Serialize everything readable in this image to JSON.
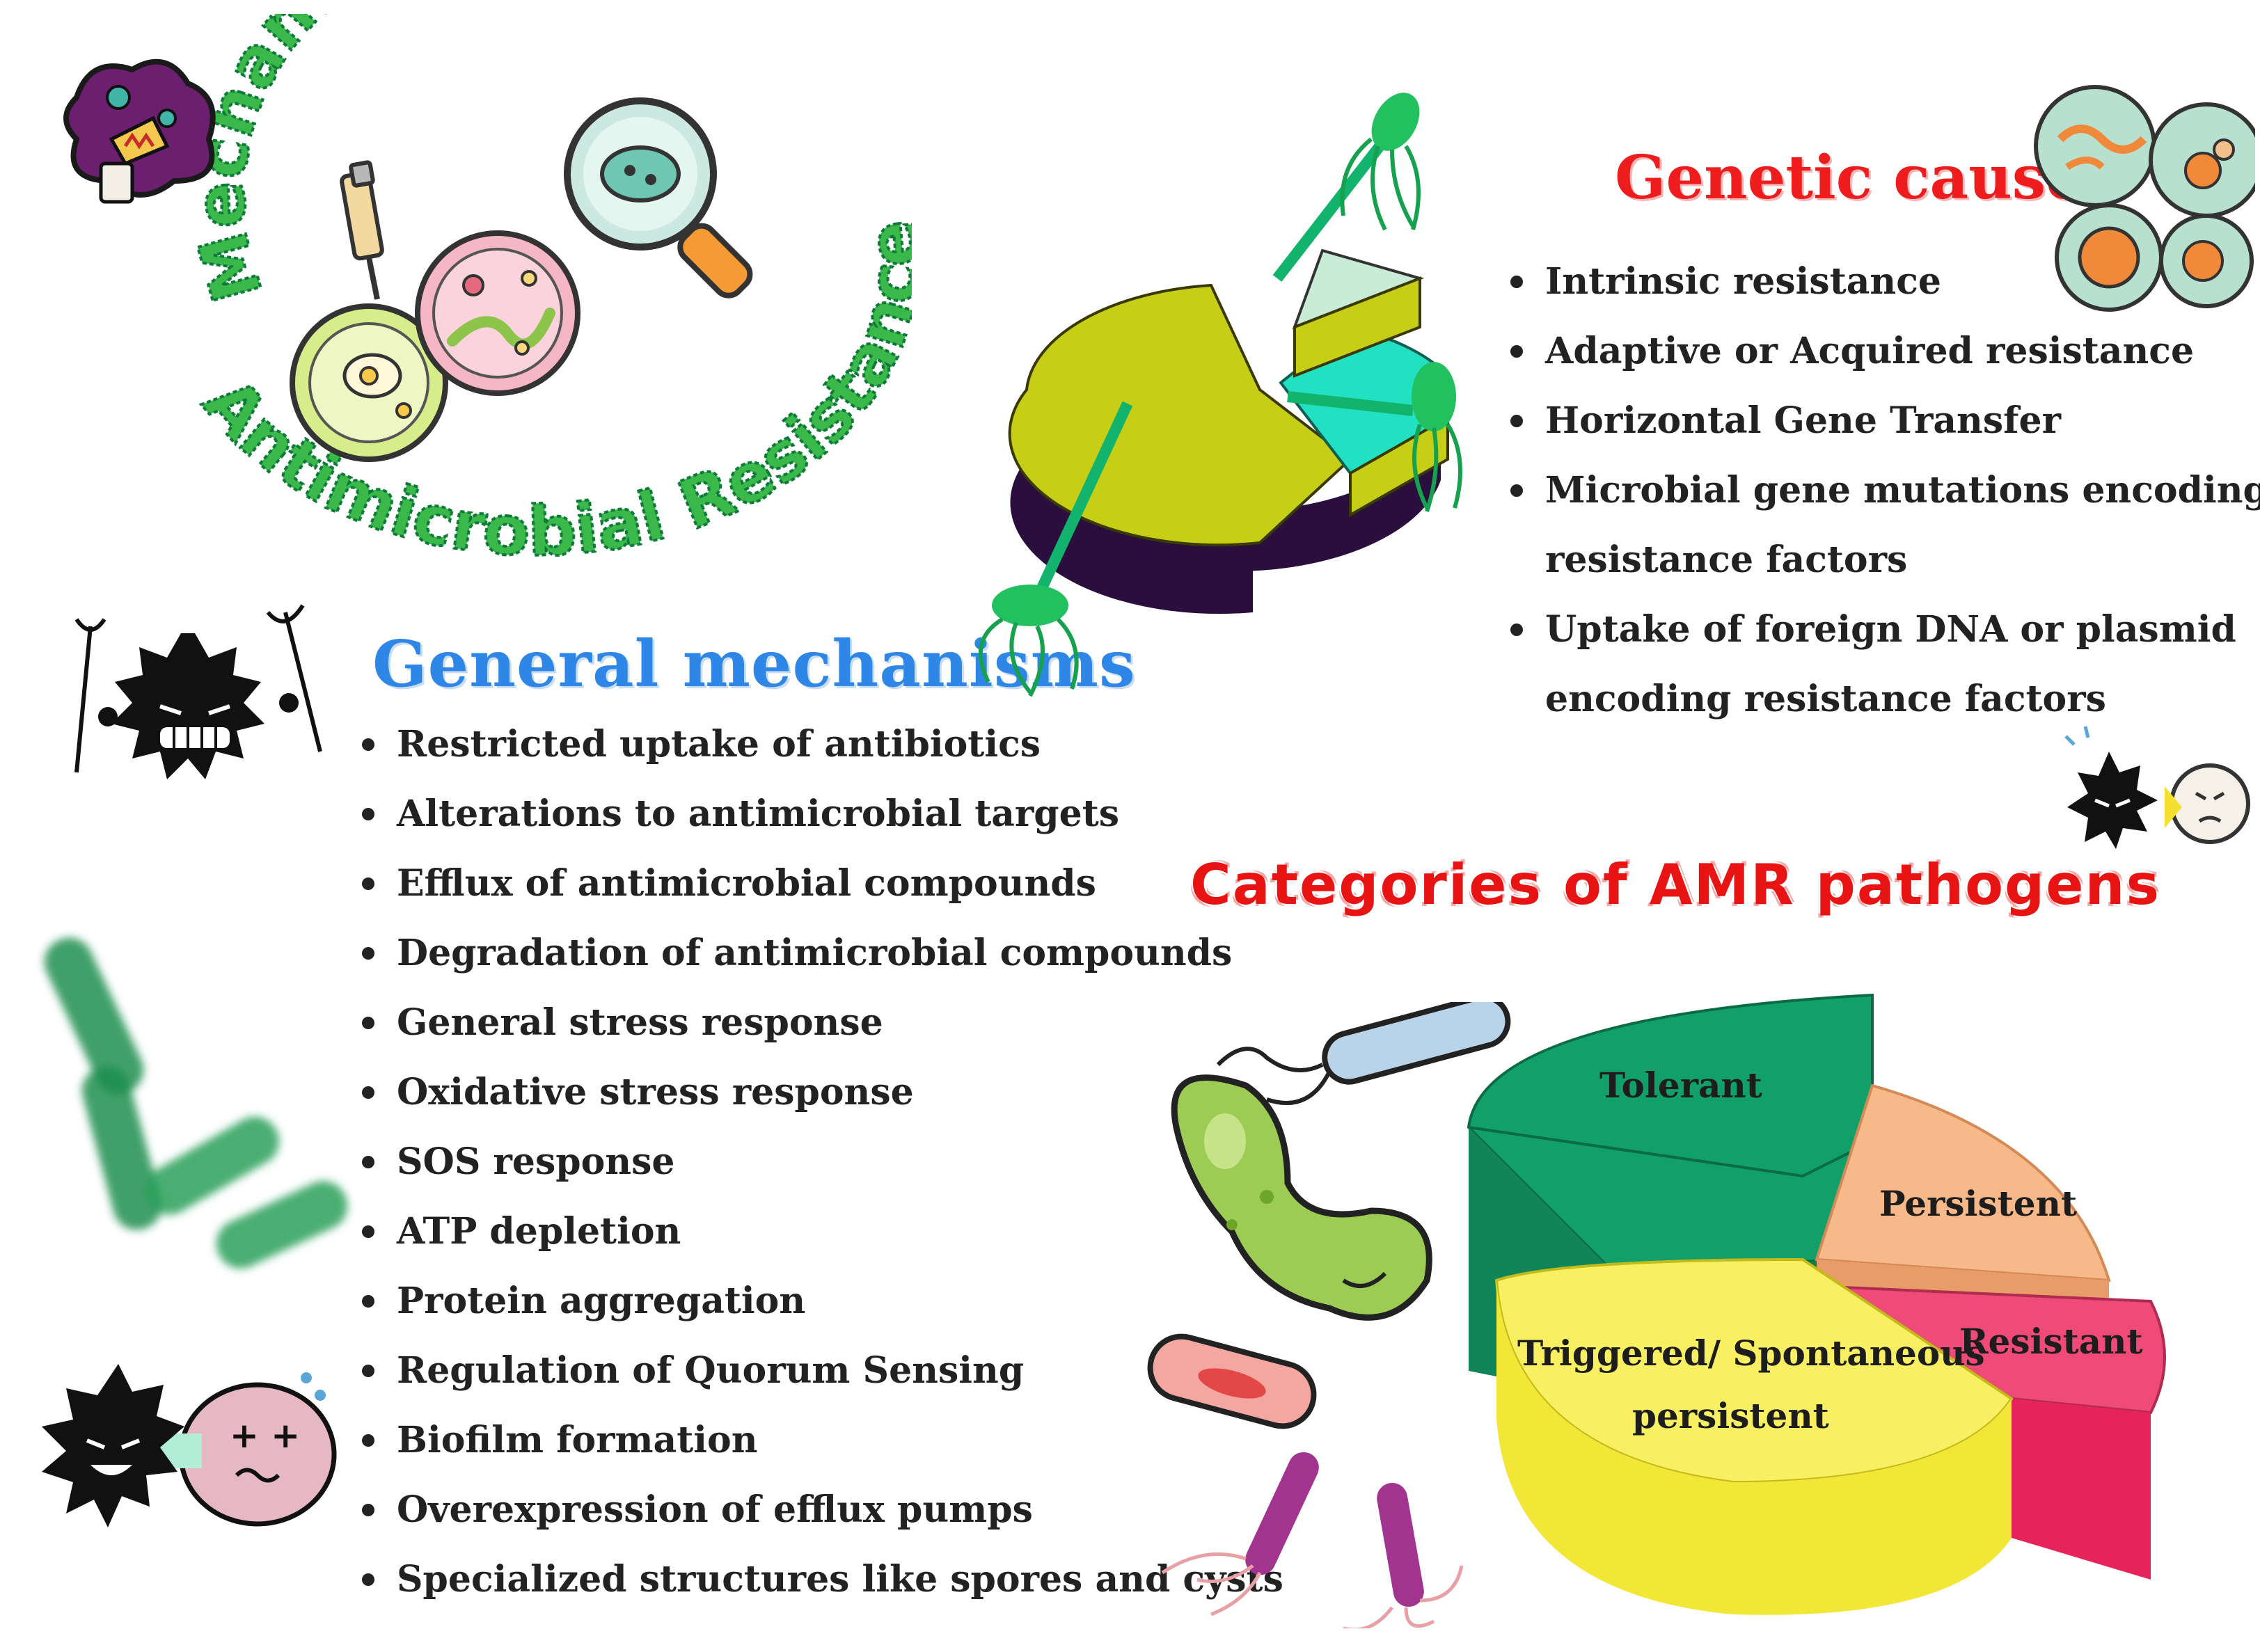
{
  "title": {
    "line1": "Mechanisms of",
    "line2": "Antimicrobial Resistance"
  },
  "general": {
    "heading": "General mechanisms",
    "items": [
      "Restricted uptake of antibiotics",
      "Alterations to antimicrobial targets",
      "Efflux of antimicrobial compounds",
      "Degradation of antimicrobial compounds",
      "General stress response",
      "Oxidative stress response",
      "SOS response",
      "ATP depletion",
      "Protein aggregation",
      "Regulation of Quorum Sensing",
      "Biofilm formation",
      "Overexpression of efflux pumps",
      "Specialized structures like spores and cysts"
    ]
  },
  "genetic": {
    "heading": "Genetic causes",
    "items": [
      {
        "line1": "Intrinsic resistance",
        "line2": ""
      },
      {
        "line1": "Adaptive or Acquired resistance",
        "line2": ""
      },
      {
        "line1": "Horizontal Gene Transfer",
        "line2": ""
      },
      {
        "line1": "Microbial gene mutations encoding",
        "line2": "resistance factors"
      },
      {
        "line1": "Uptake of foreign DNA or plasmid",
        "line2": "encoding resistance factors"
      }
    ]
  },
  "categories": {
    "heading": "Categories of AMR pathogens",
    "labels": {
      "tolerant": "Tolerant",
      "persistent": "Persistent",
      "triggered_line1": "Triggered/ Spontaneous",
      "triggered_line2": "persistent",
      "resistant": "Resistant"
    }
  },
  "colors": {
    "blue_heading": "#2e86e6",
    "red_heading": "#ee1c1c",
    "title_green": "#1aa34a",
    "tolerant": "#12a06a",
    "persistent": "#f7b98a",
    "triggered": "#f8f062",
    "resistant": "#ef4a78",
    "top_pie_main": "#c6cf16",
    "top_pie_cyan": "#22e0c2",
    "top_pie_mint": "#c9ecd6"
  },
  "icons": [
    "purple-monster-icon",
    "petri-dish-icon",
    "pipette-icon",
    "magnifier-bacteria-icon",
    "black-virus-devil-icon",
    "green-rod-bacteria-icon",
    "virus-vs-cell-icon",
    "flagellated-bacteria-icon",
    "petri-dishes-icon",
    "small-virus-fight-icon",
    "bacteria-cluster-icon"
  ]
}
